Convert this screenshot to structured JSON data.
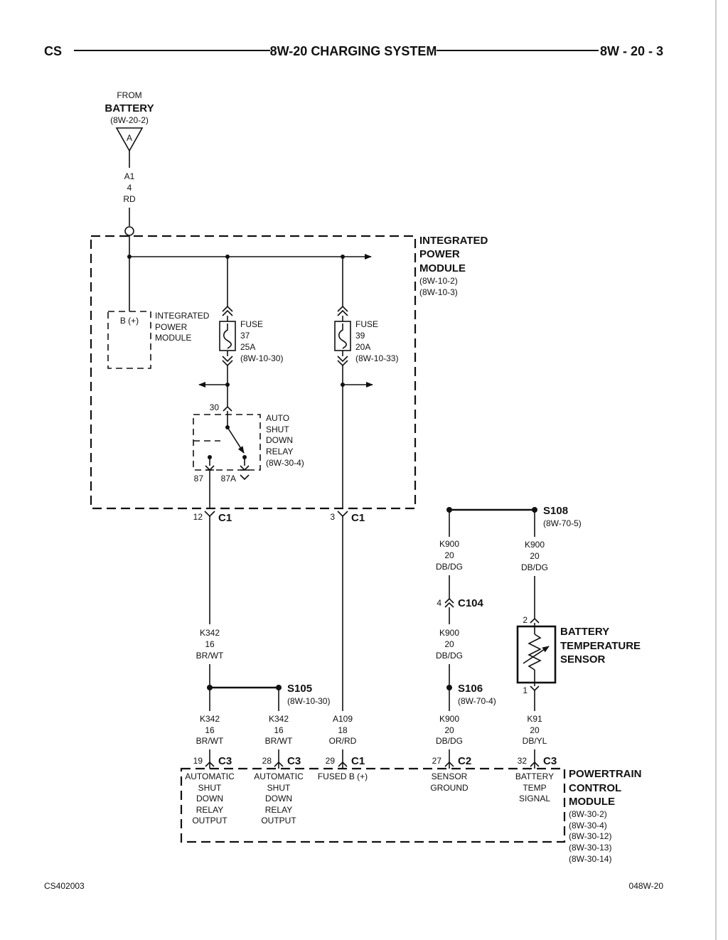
{
  "header": {
    "left": "CS",
    "title": "8W-20 CHARGING SYSTEM",
    "right": "8W - 20 - 3"
  },
  "footer": {
    "left": "CS402003",
    "right": "048W-20"
  },
  "battery_source": {
    "from": "FROM",
    "name": "BATTERY",
    "ref": "(8W-20-2)",
    "symbol": "A",
    "wire": [
      "A1",
      "4",
      "RD"
    ]
  },
  "ipm": {
    "title": [
      "INTEGRATED",
      "POWER",
      "MODULE"
    ],
    "refs": [
      "(8W-10-2)",
      "(8W-10-3)"
    ],
    "inner_pin": "B (+)",
    "inner_label": [
      "INTEGRATED",
      "POWER",
      "MODULE"
    ],
    "fuse37": [
      "FUSE",
      "37",
      "25A",
      "(8W-10-30)"
    ],
    "fuse39": [
      "FUSE",
      "39",
      "20A",
      "(8W-10-33)"
    ],
    "relay": [
      "AUTO",
      "SHUT",
      "DOWN",
      "RELAY",
      "(8W-30-4)"
    ],
    "relay_pin_30": "30",
    "relay_pin_87": "87",
    "relay_pin_87a": "87A",
    "c1_left_pin": "12",
    "c1_right_pin": "3",
    "c1": "C1"
  },
  "wires": {
    "k342_upper": [
      "K342",
      "16",
      "BR/WT"
    ],
    "k342_left": [
      "K342",
      "16",
      "BR/WT"
    ],
    "k342_right": [
      "K342",
      "16",
      "BR/WT"
    ],
    "a109": [
      "A109",
      "18",
      "OR/RD"
    ],
    "k900_top_left": [
      "K900",
      "20",
      "DB/DG"
    ],
    "k900_top_right": [
      "K900",
      "20",
      "DB/DG"
    ],
    "k900_mid": [
      "K900",
      "20",
      "DB/DG"
    ],
    "k900_bottom": [
      "K900",
      "20",
      "DB/DG"
    ],
    "k91": [
      "K91",
      "20",
      "DB/YL"
    ]
  },
  "splices": {
    "s105": {
      "name": "S105",
      "ref": "(8W-10-30)"
    },
    "s106": {
      "name": "S106",
      "ref": "(8W-70-4)"
    },
    "s108": {
      "name": "S108",
      "ref": "(8W-70-5)"
    }
  },
  "c104": {
    "pin": "4",
    "name": "C104"
  },
  "sensor": {
    "name": [
      "BATTERY",
      "TEMPERATURE",
      "SENSOR"
    ],
    "pin_top": "2",
    "pin_bottom": "1"
  },
  "pcm": {
    "title": [
      "POWERTRAIN",
      "CONTROL",
      "MODULE"
    ],
    "refs": [
      "(8W-30-2)",
      "(8W-30-4)",
      "(8W-30-12)",
      "(8W-30-13)",
      "(8W-30-14)"
    ],
    "pins": [
      {
        "pin": "19",
        "conn": "C3",
        "label": [
          "AUTOMATIC",
          "SHUT",
          "DOWN",
          "RELAY",
          "OUTPUT"
        ]
      },
      {
        "pin": "28",
        "conn": "C3",
        "label": [
          "AUTOMATIC",
          "SHUT",
          "DOWN",
          "RELAY",
          "OUTPUT"
        ]
      },
      {
        "pin": "29",
        "conn": "C1",
        "label": [
          "FUSED B (+)"
        ]
      },
      {
        "pin": "27",
        "conn": "C2",
        "label": [
          "SENSOR",
          "GROUND"
        ]
      },
      {
        "pin": "32",
        "conn": "C3",
        "label": [
          "BATTERY",
          "TEMP",
          "SIGNAL"
        ]
      }
    ]
  }
}
